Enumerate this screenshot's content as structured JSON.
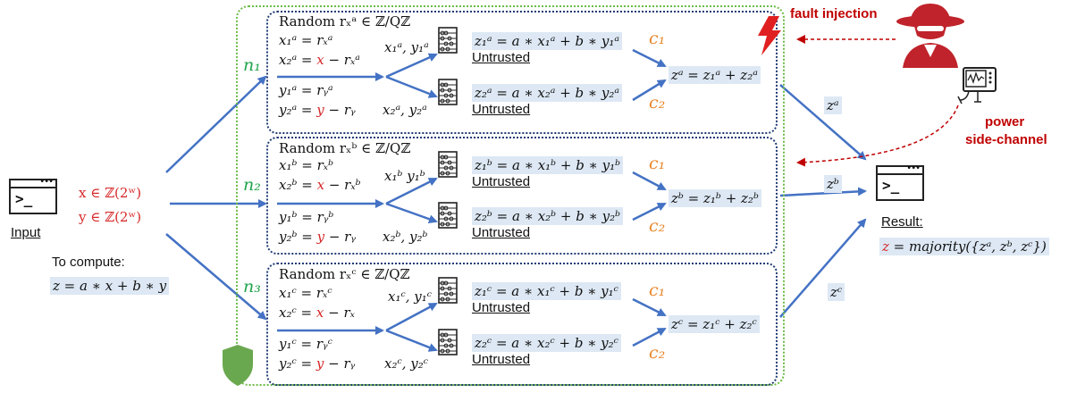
{
  "input": {
    "label": "Input",
    "x_domain": "x ∈ ℤ(2ʷ)",
    "y_domain": "y ∈ ℤ(2ʷ)",
    "compute_title": "To compute:",
    "compute_expr": "z = a ∗ x + b ∗ y"
  },
  "attacker": {
    "fault_label": "fault injection",
    "power_label_1": "power",
    "power_label_2": "side-channel"
  },
  "result": {
    "label": "Result:",
    "z_prefix": "z",
    "expr": " = majority({zᵃ, zᵇ, zᶜ})"
  },
  "branches": [
    {
      "node": "n₁",
      "random": "Random rₓᵃ ∈ ℤ/Qℤ",
      "lines": [
        "x₁ᵃ = rₓᵃ",
        "x₂ᵃ = ",
        "x",
        " − rₓᵃ",
        "y₁ᵃ = rᵧᵃ",
        "y₂ᵃ = ",
        "y",
        " − rᵧ"
      ],
      "pair_top": "x₁ᵃ, y₁ᵃ",
      "pair_bottom": "x₂ᵃ, y₂ᵃ",
      "comp_top": "z₁ᵃ = a ∗ x₁ᵃ + b ∗ y₁ᵃ",
      "comp_bottom": "z₂ᵃ = a ∗ x₂ᵃ + b ∗ y₂ᵃ",
      "untrusted": "Untrusted",
      "c1": "c₁",
      "c2": "c₂",
      "sum": "zᵃ = z₁ᵃ + z₂ᵃ",
      "out": "zᵃ"
    },
    {
      "node": "n₂",
      "random": "Random rₓᵇ ∈ ℤ/Qℤ",
      "lines": [
        "x₁ᵇ = rₓᵇ",
        "x₂ᵇ = ",
        "x",
        " − rₓᵇ",
        "y₁ᵇ = rᵧᵇ",
        "y₂ᵇ = ",
        "y",
        " − rᵧ"
      ],
      "pair_top": "x₁ᵇ y₁ᵇ",
      "pair_bottom": "x₂ᵇ, y₂ᵇ",
      "comp_top": "z₁ᵇ = a ∗ x₁ᵇ + b ∗ y₁ᵇ",
      "comp_bottom": "z₂ᵇ = a ∗ x₂ᵇ + b ∗ y₂ᵇ",
      "untrusted": "Untrusted",
      "c1": "c₁",
      "c2": "c₂",
      "sum": "zᵇ = z₁ᵇ + z₂ᵇ",
      "out": "zᵇ"
    },
    {
      "node": "n₃",
      "random": "Random rₓᶜ ∈ ℤ/Qℤ",
      "lines": [
        "x₁ᶜ = rₓᶜ",
        "x₂ᶜ = ",
        "x",
        " − rₓ",
        "y₁ᶜ = rᵧᶜ",
        "y₂ᶜ = ",
        "y",
        " − rᵧ"
      ],
      "pair_top": "x₁ᶜ, y₁ᶜ",
      "pair_bottom": "x₂ᶜ, y₂ᶜ",
      "comp_top": "z₁ᶜ = a ∗ x₁ᶜ + b ∗ y₁ᶜ",
      "comp_bottom": "z₂ᶜ = a ∗ x₂ᶜ + b ∗ y₂ᶜ",
      "untrusted": "Untrusted",
      "c1": "c₁",
      "c2": "c₂",
      "sum": "zᶜ = z₁ᶜ + z₂ᶜ",
      "out": "zᶜ"
    }
  ],
  "colors": {
    "arrow": "#4472c4",
    "panel_border": "#1f3b73",
    "outer_border": "#6cbb46",
    "highlight": "#dde8f4",
    "secret": "#d62728",
    "node": "#21a44a",
    "channel": "#e8862a",
    "attack": "#c00000",
    "shield": "#6aa84f"
  },
  "icons": [
    "terminal-icon",
    "abacus-icon",
    "hacker-icon",
    "oscilloscope-icon",
    "lightning-icon",
    "shield-icon"
  ]
}
